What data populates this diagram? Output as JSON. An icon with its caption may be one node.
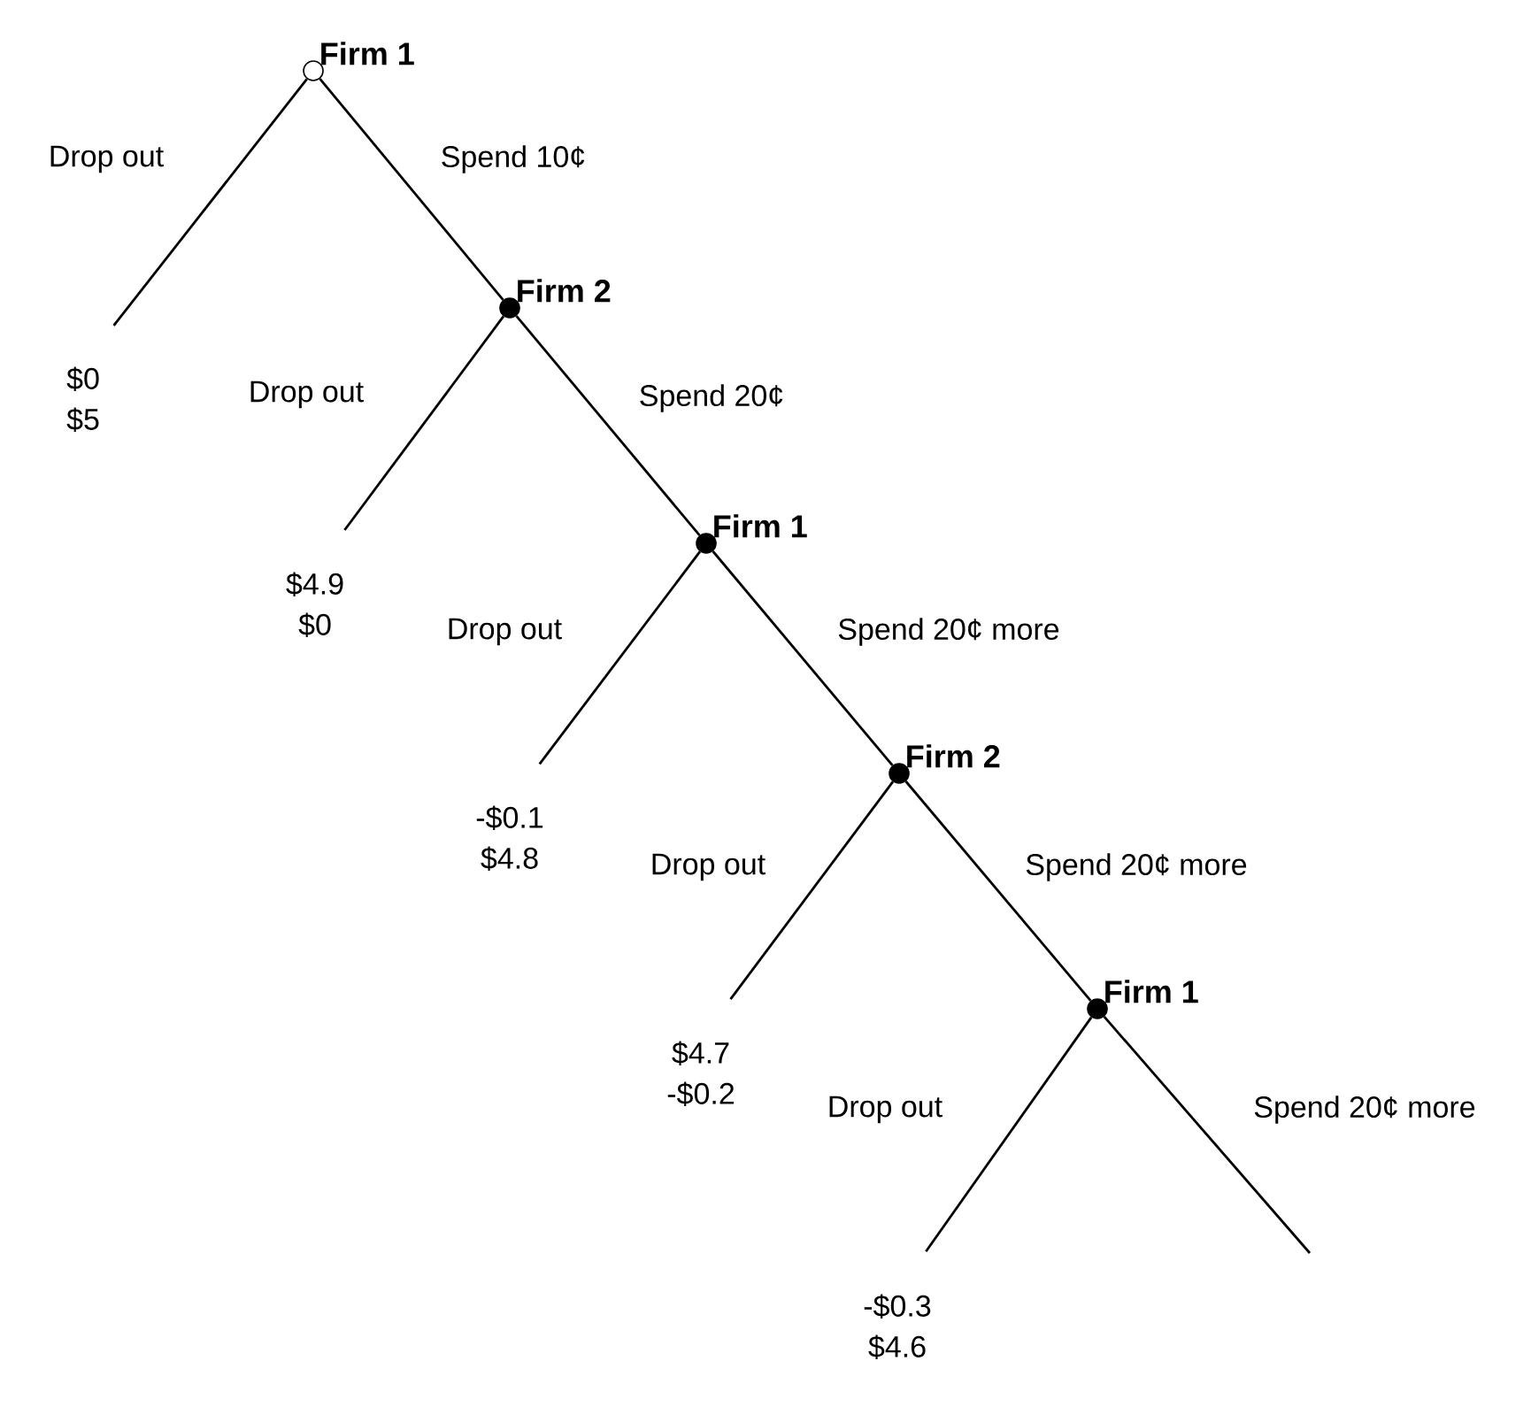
{
  "diagram": {
    "nodes": [
      {
        "text": [
          "Firm 1"
        ]
      },
      {
        "text": [
          "$0",
          "$5"
        ]
      },
      {
        "text": [
          "Firm 2"
        ]
      },
      {
        "text": [
          "$4.9",
          "$0"
        ]
      },
      {
        "text": [
          "Firm 1"
        ]
      },
      {
        "text": [
          "-$0.1",
          "$4.8"
        ]
      },
      {
        "text": [
          "Firm 2"
        ]
      },
      {
        "text": [
          "$4.7",
          "-$0.2"
        ]
      },
      {
        "text": [
          "Firm 1"
        ]
      },
      {
        "text": [
          "-$0.3",
          "$4.6"
        ]
      }
    ],
    "edges": [
      {
        "from": 0,
        "to": 1,
        "arrow": "none",
        "label": "Drop out"
      },
      {
        "from": 0,
        "to": 2,
        "arrow": "none",
        "label": "Spend 10¢"
      },
      {
        "from": 2,
        "to": 3,
        "arrow": "none",
        "label": "Drop out"
      },
      {
        "from": 2,
        "to": 4,
        "arrow": "none",
        "label": "Spend 20¢"
      },
      {
        "from": 4,
        "to": 5,
        "arrow": "none",
        "label": "Drop out"
      },
      {
        "from": 4,
        "to": 6,
        "arrow": "none",
        "label": "Spend 20¢ more"
      },
      {
        "from": 6,
        "to": 7,
        "arrow": "none",
        "label": "Drop out"
      },
      {
        "from": 6,
        "to": 8,
        "arrow": "none",
        "label": "Spend 20¢ more"
      },
      {
        "from": 8,
        "to": 9,
        "arrow": "none",
        "label": "Drop out"
      },
      {
        "from": 8,
        "to": null,
        "arrow": "none",
        "label": "Spend 20¢ more"
      }
    ]
  }
}
